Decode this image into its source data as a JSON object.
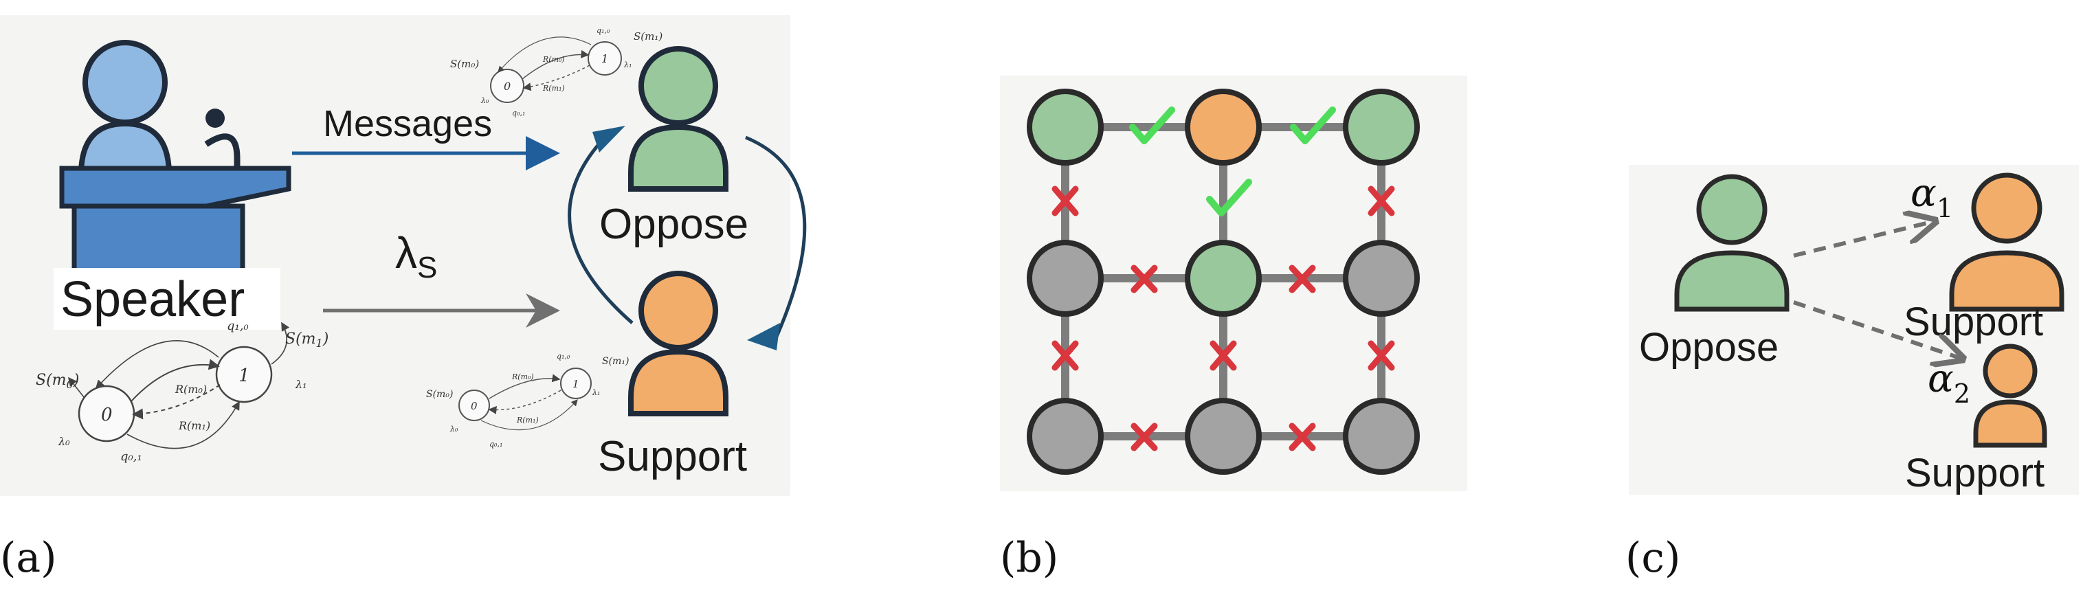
{
  "panel_a": {
    "caption": "(a)",
    "speaker_label": "Speaker",
    "messages_label": "Messages",
    "lambda_label": "λ",
    "lambda_sub": "S",
    "oppose_label": "Oppose",
    "support_label": "Support",
    "markov_large": {
      "state0": "0",
      "state1": "1",
      "S_m0": "S(m",
      "S_m0_sub": "0",
      "S_m0_close": ")",
      "S_m1": "S(m",
      "S_m1_sub": "1",
      "S_m1_close": ")",
      "R_m0": "R(m₀)",
      "R_m1": "R(m₁)",
      "q10": "q₁,₀",
      "q01": "q₀,₁",
      "lambda0": "λ₀",
      "lambda1": "λ₁"
    },
    "markov_small": {
      "state0": "0",
      "state1": "1",
      "S_m0": "S(m₀)",
      "S_m1": "S(m₁)",
      "R_m0": "R(m₀)",
      "R_m1": "R(m₁)",
      "q10": "q₁,₀",
      "q01": "q₀,₁",
      "lambda0": "λ₀",
      "lambda1": "λ₁"
    }
  },
  "panel_b": {
    "caption": "(b)",
    "grid_colors": [
      [
        "green",
        "orange",
        "green"
      ],
      [
        "gray",
        "green",
        "gray"
      ],
      [
        "gray",
        "gray",
        "gray"
      ]
    ]
  },
  "panel_c": {
    "caption": "(c)",
    "oppose_label": "Oppose",
    "support_label_1": "Support",
    "support_label_2": "Support",
    "alpha_1": "α",
    "alpha_1_sub": "1",
    "alpha_2": "α",
    "alpha_2_sub": "2"
  },
  "colors": {
    "speaker_blue": "#8fb8e3",
    "podium_blue": "#4f86c6",
    "oppose_green": "#98c89b",
    "support_orange": "#f3ad6b",
    "neutral_gray": "#a3a3a3",
    "outline": "#1f2b3a",
    "arrow_blue": "#1f5e9a",
    "check_green": "#4fdc5a",
    "cross_red": "#d9363e"
  }
}
